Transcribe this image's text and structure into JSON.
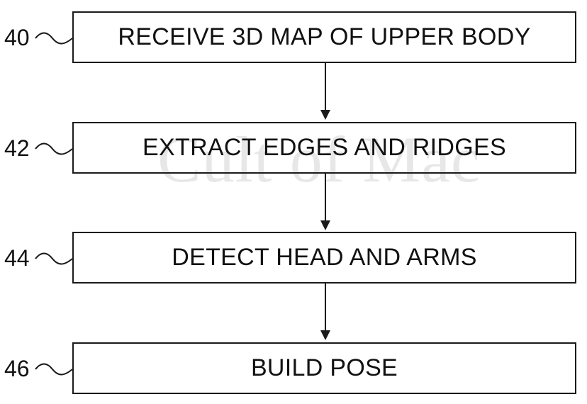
{
  "watermark": "Cult of Mac",
  "steps": [
    {
      "ref": "40",
      "label": "RECEIVE 3D MAP OF UPPER BODY"
    },
    {
      "ref": "42",
      "label": "EXTRACT EDGES AND RIDGES"
    },
    {
      "ref": "44",
      "label": "DETECT HEAD AND ARMS"
    },
    {
      "ref": "46",
      "label": "BUILD POSE"
    }
  ]
}
